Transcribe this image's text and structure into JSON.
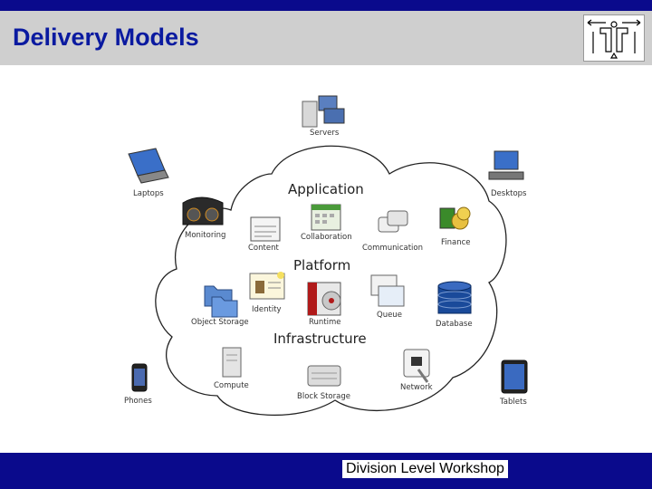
{
  "slide": {
    "title": "Delivery Models",
    "footer": "Division Level Workshop"
  },
  "diagram": {
    "sections": {
      "application": "Application",
      "platform": "Platform",
      "infrastructure": "Infrastructure"
    },
    "external": {
      "servers": "Servers",
      "laptops": "Laptops",
      "desktops": "Desktops",
      "phones": "Phones",
      "tablets": "Tablets"
    },
    "inside": {
      "monitoring": "Monitoring",
      "content": "Content",
      "collaboration": "Collaboration",
      "communication": "Communication",
      "finance": "Finance",
      "identity": "Identity",
      "object_storage": "Object Storage",
      "runtime": "Runtime",
      "queue": "Queue",
      "database": "Database",
      "compute": "Compute",
      "block_storage": "Block Storage",
      "network": "Network"
    }
  }
}
